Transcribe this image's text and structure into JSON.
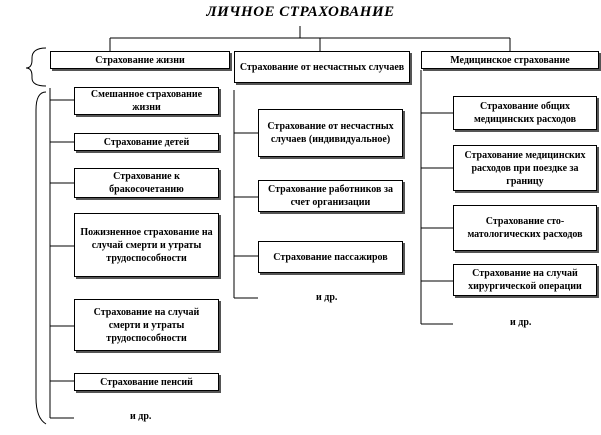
{
  "title": "ЛИЧНОЕ СТРАХОВАНИЕ",
  "categories": [
    {
      "label": "Страхование жизни",
      "items": [
        "Смешанное страхование жизни",
        "Страхование детей",
        "Страхование к бракосочетанию",
        "Пожизненное страхование на случай смерти и утраты трудоспособности",
        "Страхование на случай смерти и утраты трудоспособности",
        "Страхование пенсий"
      ],
      "etc": "и др."
    },
    {
      "label": "Страхование от несчастных случаев",
      "items": [
        "Страхование от несчастных случаев (индивидуальное)",
        "Страхование работников за счет организации",
        "Страхование пассажиров"
      ],
      "etc": "и др."
    },
    {
      "label": "Медицинское страхование",
      "items": [
        "Страхование общих медицинских расходов",
        "Страхование медицинских расходов при поездке за границу",
        "Страхование сто-матологических расходов",
        "Страхование на случай хирургической операции"
      ],
      "etc": "и др."
    }
  ]
}
